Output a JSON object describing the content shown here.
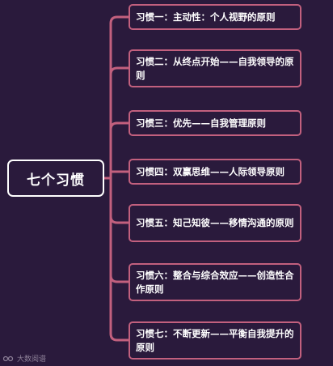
{
  "root": {
    "label": "七个习惯"
  },
  "habits": [
    "习惯一：主动性：个人视野的原则",
    "习惯二：从终点开始——自我领导的原则",
    "习惯三：优先——自我管理原则",
    "习惯四：双赢思维——人际领导原则",
    "习惯五：知己知彼——移情沟通的原则",
    "习惯六：整合与综合效应——创造性合作原则",
    "习惯七：不断更新——平衡自我提升的原则"
  ],
  "watermark": {
    "text": "大数阅谱"
  },
  "colors": {
    "background": "#2a1a3c",
    "connector": "#c2607e",
    "root_border": "#ffffff"
  }
}
